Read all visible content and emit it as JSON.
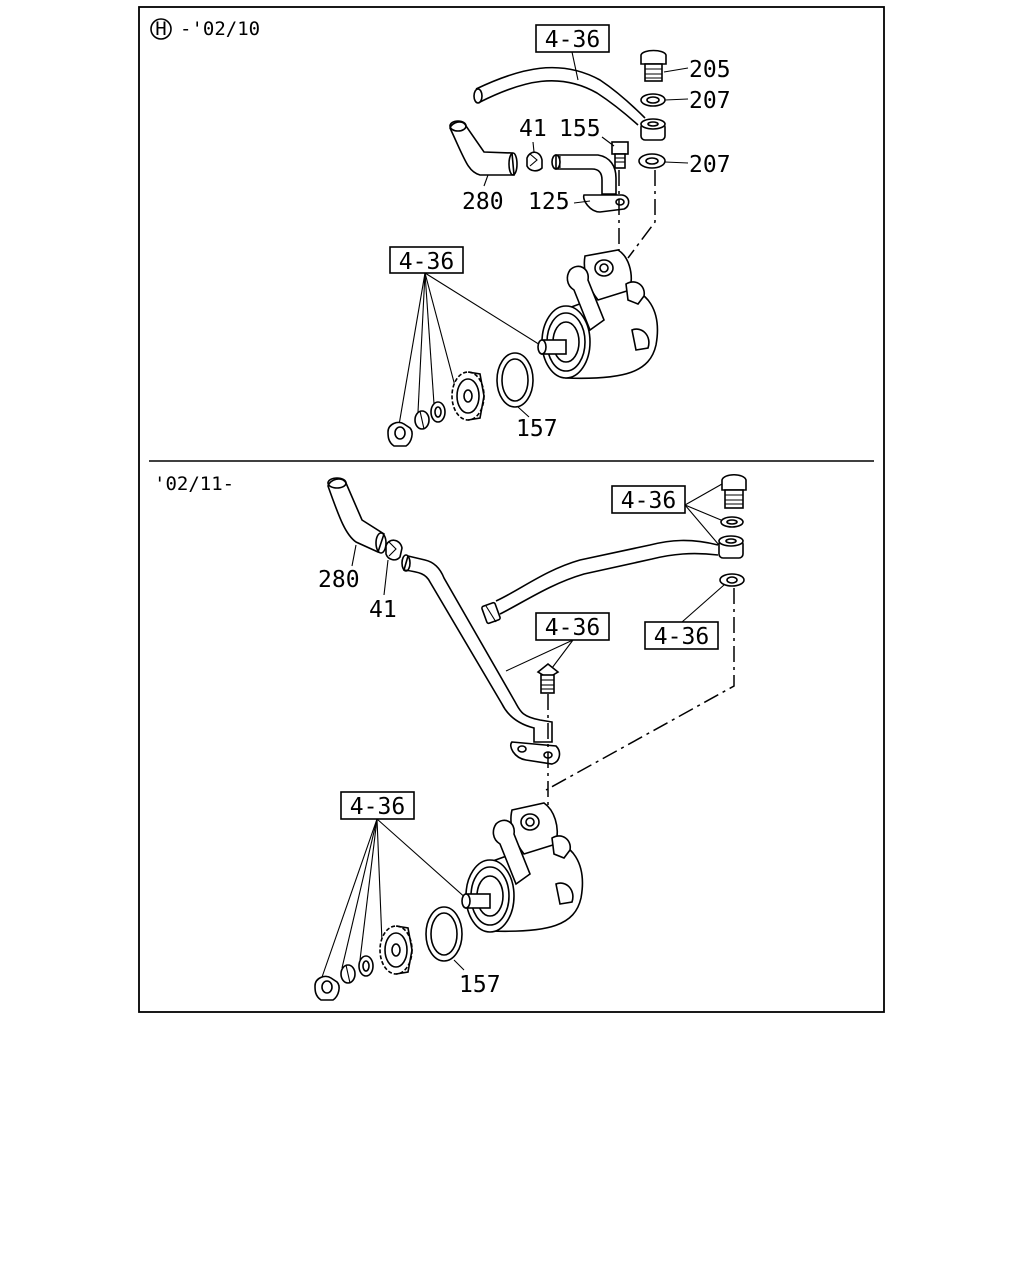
{
  "sections": [
    {
      "marker": "H",
      "range": "-'02/10"
    },
    {
      "range": "'02/11-"
    }
  ],
  "refs": {
    "ref_4_36": "4-36",
    "p205": "205",
    "p207": "207",
    "p41": "41",
    "p155": "155",
    "p280": "280",
    "p125": "125",
    "p157": "157"
  }
}
